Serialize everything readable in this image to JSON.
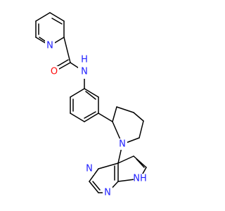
{
  "colors": {
    "bond": "#000000",
    "nitrogen": "#2020ff",
    "oxygen": "#ff0d0d",
    "background": "#ffffff"
  },
  "atoms": {
    "pyridine_n": "N",
    "carbonyl_o": "O",
    "amide_nh": "NH",
    "amide_h": "H",
    "piperidine_n": "N",
    "pyrimidine_n3": "N",
    "pyrimidine_n1": "N",
    "pyrrole_nh": "NH",
    "pyrrole_h": "H"
  }
}
